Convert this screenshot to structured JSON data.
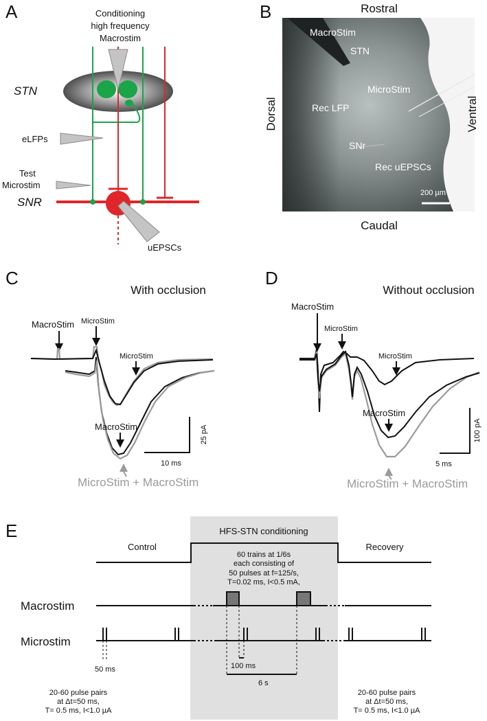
{
  "panel_letters": {
    "a": "A",
    "b": "B",
    "c": "C",
    "d": "D",
    "e": "E"
  },
  "panel_a": {
    "conditioning_line1": "Conditioning",
    "conditioning_line2": "high frequency",
    "conditioning_line3": "Macrostim",
    "stn": "STN",
    "elfps": "eLFPs",
    "test_line1": "Test",
    "test_line2": "Microstim",
    "snr": "SNR",
    "uepscs": "uEPSCs",
    "colors": {
      "green": "#1aa548",
      "red": "#e0262a",
      "grey": "#bdbdbd"
    }
  },
  "panel_b": {
    "rostral": "Rostral",
    "caudal": "Caudal",
    "dorsal": "Dorsal",
    "ventral": "Ventral",
    "macrostim": "MacroStim",
    "stn": "STN",
    "microstim": "MicroStim",
    "rec_lfp": "Rec LFP",
    "snr": "SNr",
    "rec_uepscs": "Rec uEPSCs",
    "scale": "200 µm"
  },
  "panel_c": {
    "title": "With occlusion",
    "macrostim_top": "MacroStim",
    "microstim_top": "MicroStim",
    "microstim_trace": "MicroStim",
    "macrostim_trace": "MacroStim",
    "combined": "MicroStim + MacroStim",
    "scale_y": "25 pA",
    "scale_x": "10 ms"
  },
  "panel_d": {
    "title": "Without occlusion",
    "macrostim_top": "MacroStim",
    "microstim_top": "MicroStim",
    "microstim_trace": "MicroStim",
    "macrostim_trace": "MacroStim",
    "combined": "MicroStim + MacroStim",
    "scale_y": "100 pA",
    "scale_x": "5 ms"
  },
  "panel_e": {
    "hfs_title": "HFS-STN conditioning",
    "control": "Control",
    "recovery": "Recovery",
    "hfs_desc": [
      "60 trains at 1/6s",
      "each consisting of",
      "50 pulses at f=125/s,",
      "T=0.02 ms, I<0.5 mA,"
    ],
    "macrostim": "Macrostim",
    "microstim": "Microstim",
    "ms50": "50 ms",
    "ms100": "100 ms",
    "s6": "6 s",
    "left_note": [
      "20-60 pulse pairs",
      "at Δt=50 ms,",
      "T= 0.5 ms, I<1.0 µA"
    ],
    "right_note": [
      "20-60 pulse pairs",
      "at Δt=50 ms,",
      "T= 0.5 ms, I<1.0 µA"
    ]
  }
}
